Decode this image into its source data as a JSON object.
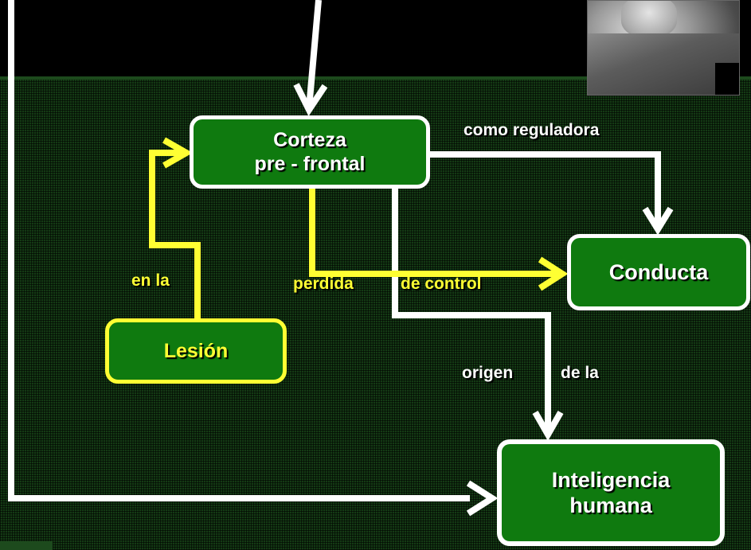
{
  "colors": {
    "white": "#ffffff",
    "yellow": "#ffff33",
    "node_fill": "#0f7a0f",
    "background": "#143a14"
  },
  "nodes": {
    "corteza": {
      "line1": "Corteza",
      "line2": "pre - frontal"
    },
    "conducta": {
      "label": "Conducta"
    },
    "lesion": {
      "label": "Lesión"
    },
    "inteligencia": {
      "line1": "Inteligencia",
      "line2": "humana"
    }
  },
  "edges": {
    "como_reguladora": "como reguladora",
    "perdida_de_control_1": "perdida",
    "perdida_de_control_2": "de control",
    "en_la": "en la",
    "origen": "origen",
    "de_la": "de la"
  }
}
